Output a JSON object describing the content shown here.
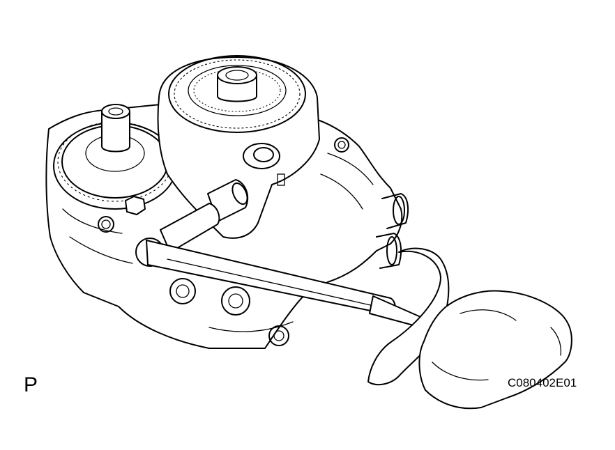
{
  "view_label": "P",
  "figure_code": "C080402E01",
  "colors": {
    "ink": "#000000",
    "paper": "#ffffff"
  },
  "icons": [
    "transmission-housing",
    "gear",
    "torque-wrench",
    "socket-extension",
    "hand"
  ]
}
